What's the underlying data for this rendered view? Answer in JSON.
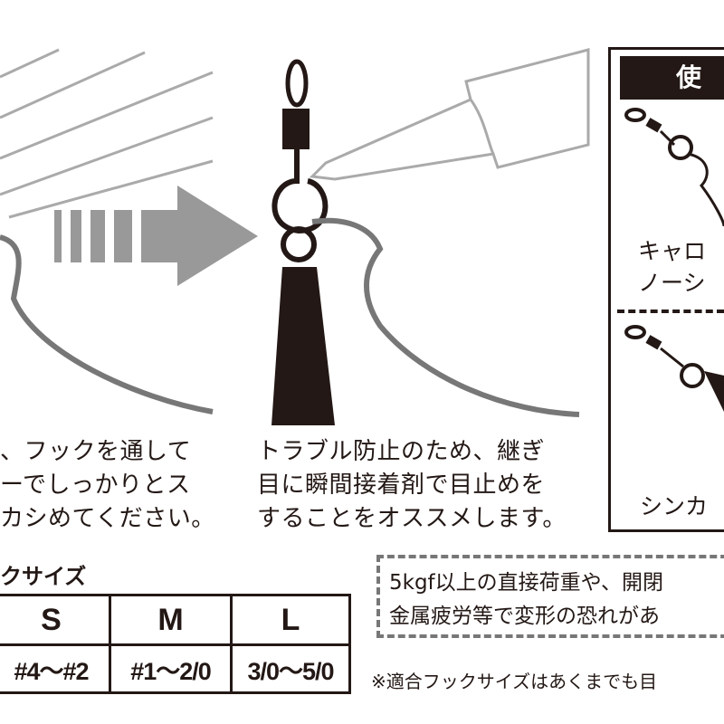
{
  "left_step": {
    "lines": [
      "、フックを通して",
      "ーでしっかりとス",
      "カシめてください。"
    ]
  },
  "center_step": {
    "lines": [
      "トラブル防止のため、継ぎ",
      "目に瞬間接着剤で目止めを",
      "することをオススメします。"
    ]
  },
  "usage_panel": {
    "header": "使",
    "item1_lines": [
      "キャロ",
      "ノーシ"
    ],
    "item2_label": "シンカ"
  },
  "hook_size": {
    "title": "クサイズ",
    "sizes": [
      "S",
      "M",
      "L"
    ],
    "ranges": [
      "#4～#2",
      "#1～2/0",
      "3/0～5/0"
    ]
  },
  "warning": {
    "lines": [
      "5kgf以上の直接荷重や、開閉",
      "金属疲労等で変形の恐れがあ"
    ]
  },
  "footnote": "※適合フックサイズはあくまでも目",
  "colors": {
    "ink": "#231815",
    "gray": "#777777",
    "light_gray": "#b3b3b3"
  }
}
